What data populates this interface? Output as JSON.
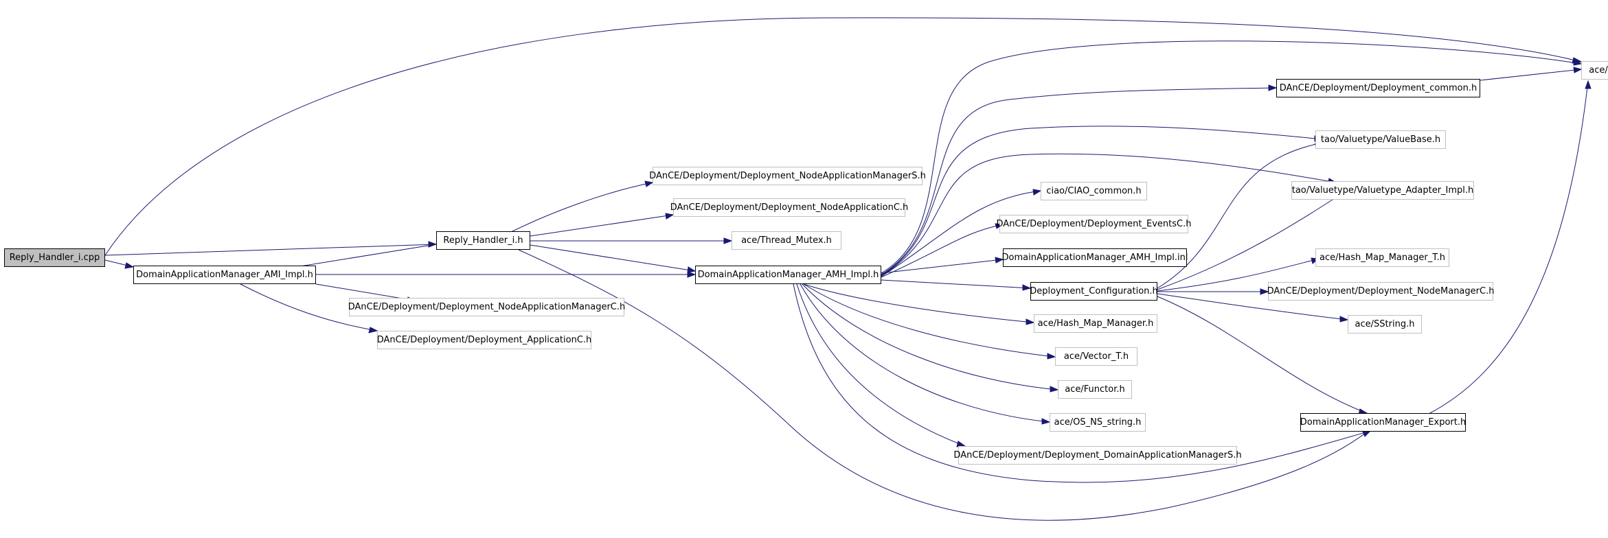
{
  "colors": {
    "edge": "#191970",
    "root_fill": "#bfbfbf",
    "solid_border": "#000000",
    "light_border": "#bfbfbf",
    "background": "#ffffff"
  },
  "nodes": {
    "reply_handler_cpp": "Reply_Handler_i.cpp",
    "ami_impl_h": "DomainApplicationManager_AMI_Impl.h",
    "reply_handler_h": "Reply_Handler_i.h",
    "amh_impl_h": "DomainApplicationManager_AMH_Impl.h",
    "nam_s_h": "DAnCE/Deployment/Deployment_NodeApplicationManagerS.h",
    "nodeapp_c_h": "DAnCE/Deployment/Deployment_NodeApplicationC.h",
    "thread_mutex_h": "ace/Thread_Mutex.h",
    "nam_c_h": "DAnCE/Deployment/Deployment_NodeApplicationManagerC.h",
    "application_c_h": "DAnCE/Deployment/Deployment_ApplicationC.h",
    "config_all_h": "ace/config-all.h",
    "deployment_common_h": "DAnCE/Deployment/Deployment_common.h",
    "valuebase_h": "tao/Valuetype/ValueBase.h",
    "valuetype_adapter_h": "tao/Valuetype/Valuetype_Adapter_Impl.h",
    "ciao_common_h": "ciao/CIAO_common.h",
    "events_c_h": "DAnCE/Deployment/Deployment_EventsC.h",
    "amh_impl_inl": "DomainApplicationManager_AMH_Impl.inl",
    "deployment_configuration_h": "Deployment_Configuration.h",
    "hash_map_manager_t_h": "ace/Hash_Map_Manager_T.h",
    "node_manager_c_h": "DAnCE/Deployment/Deployment_NodeManagerC.h",
    "sstring_h": "ace/SString.h",
    "hash_map_manager_h": "ace/Hash_Map_Manager.h",
    "vector_t_h": "ace/Vector_T.h",
    "functor_h": "ace/Functor.h",
    "os_ns_string_h": "ace/OS_NS_string.h",
    "dam_s_h": "DAnCE/Deployment/Deployment_DomainApplicationManagerS.h",
    "dam_export_h": "DomainApplicationManager_Export.h"
  }
}
